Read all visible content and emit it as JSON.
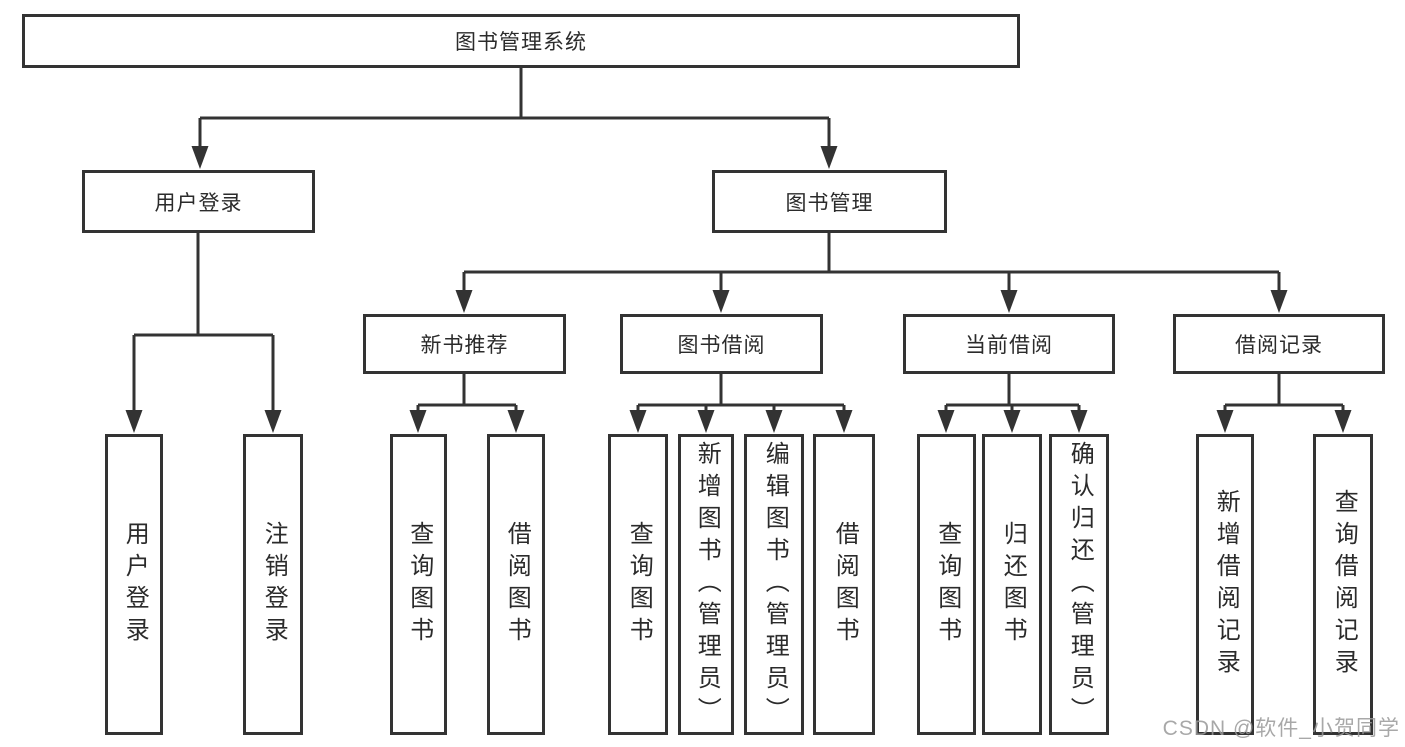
{
  "colors": {
    "line": "#333333",
    "box_border": "#333333",
    "text": "#2b2b2b",
    "background": "#ffffff",
    "watermark": "#9a9a9a"
  },
  "diagram": {
    "root": {
      "label": "图书管理系统"
    },
    "level2": [
      {
        "label": "用户登录"
      },
      {
        "label": "图书管理"
      }
    ],
    "level3": [
      {
        "label": "新书推荐"
      },
      {
        "label": "图书借阅"
      },
      {
        "label": "当前借阅"
      },
      {
        "label": "借阅记录"
      }
    ],
    "leaves": {
      "user_login": [
        "用户登录",
        "注销登录"
      ],
      "new_book": [
        "查询图书",
        "借阅图书"
      ],
      "book_borrow": [
        "查询图书",
        "新增图书（管理员）",
        "编辑图书（管理员）",
        "借阅图书"
      ],
      "current_borrow": [
        "查询图书",
        "归还图书",
        "确认归还（管理员）"
      ],
      "borrow_record": [
        "新增借阅记录",
        "查询借阅记录"
      ]
    }
  },
  "watermark": "CSDN @软件_小贺同学"
}
